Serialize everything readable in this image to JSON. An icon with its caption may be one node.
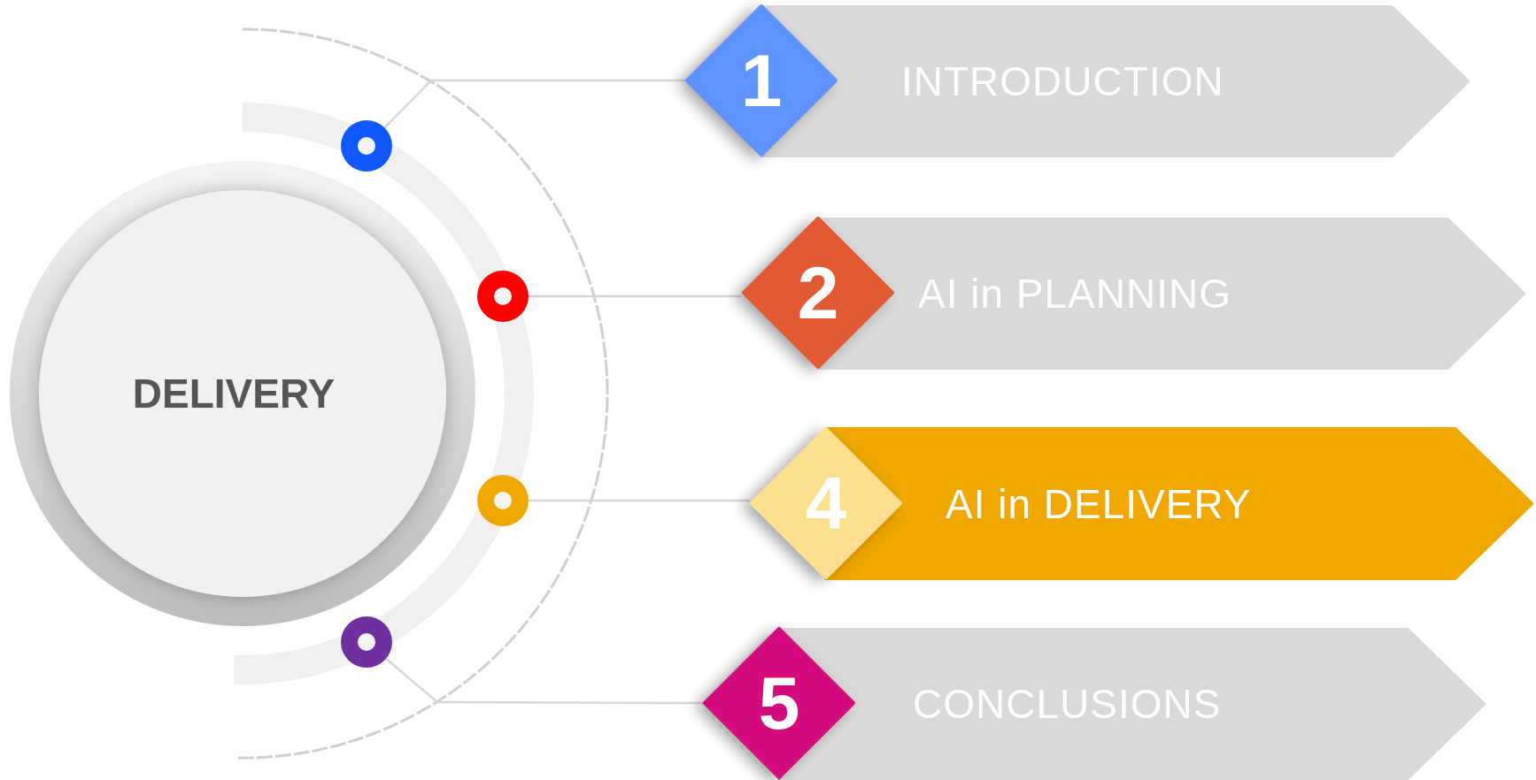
{
  "diagram": {
    "nodes": [
      {
        "text": [
          "DELIVERY"
        ]
      },
      {
        "text": [],
        "shape": "circle"
      },
      {
        "text": [],
        "shape": "circle"
      },
      {
        "text": [],
        "shape": "circle"
      },
      {
        "text": [],
        "shape": "circle"
      },
      {
        "text": [
          "1"
        ]
      },
      {
        "text": [
          "INTRODUCTION"
        ]
      },
      {
        "text": [
          "2"
        ]
      },
      {
        "text": [
          "AI in PLANNING"
        ]
      },
      {
        "text": [
          "4"
        ]
      },
      {
        "text": [
          "AI in DELIVERY"
        ]
      },
      {
        "text": [
          "5"
        ]
      },
      {
        "text": [
          "CONCLUSIONS"
        ]
      }
    ],
    "edges": [
      {
        "from": 1,
        "to": 5,
        "arrow": "none"
      },
      {
        "from": 2,
        "to": 7,
        "arrow": "none"
      },
      {
        "from": 3,
        "to": 9,
        "arrow": "none"
      },
      {
        "from": 4,
        "to": 11,
        "arrow": "none"
      }
    ]
  }
}
